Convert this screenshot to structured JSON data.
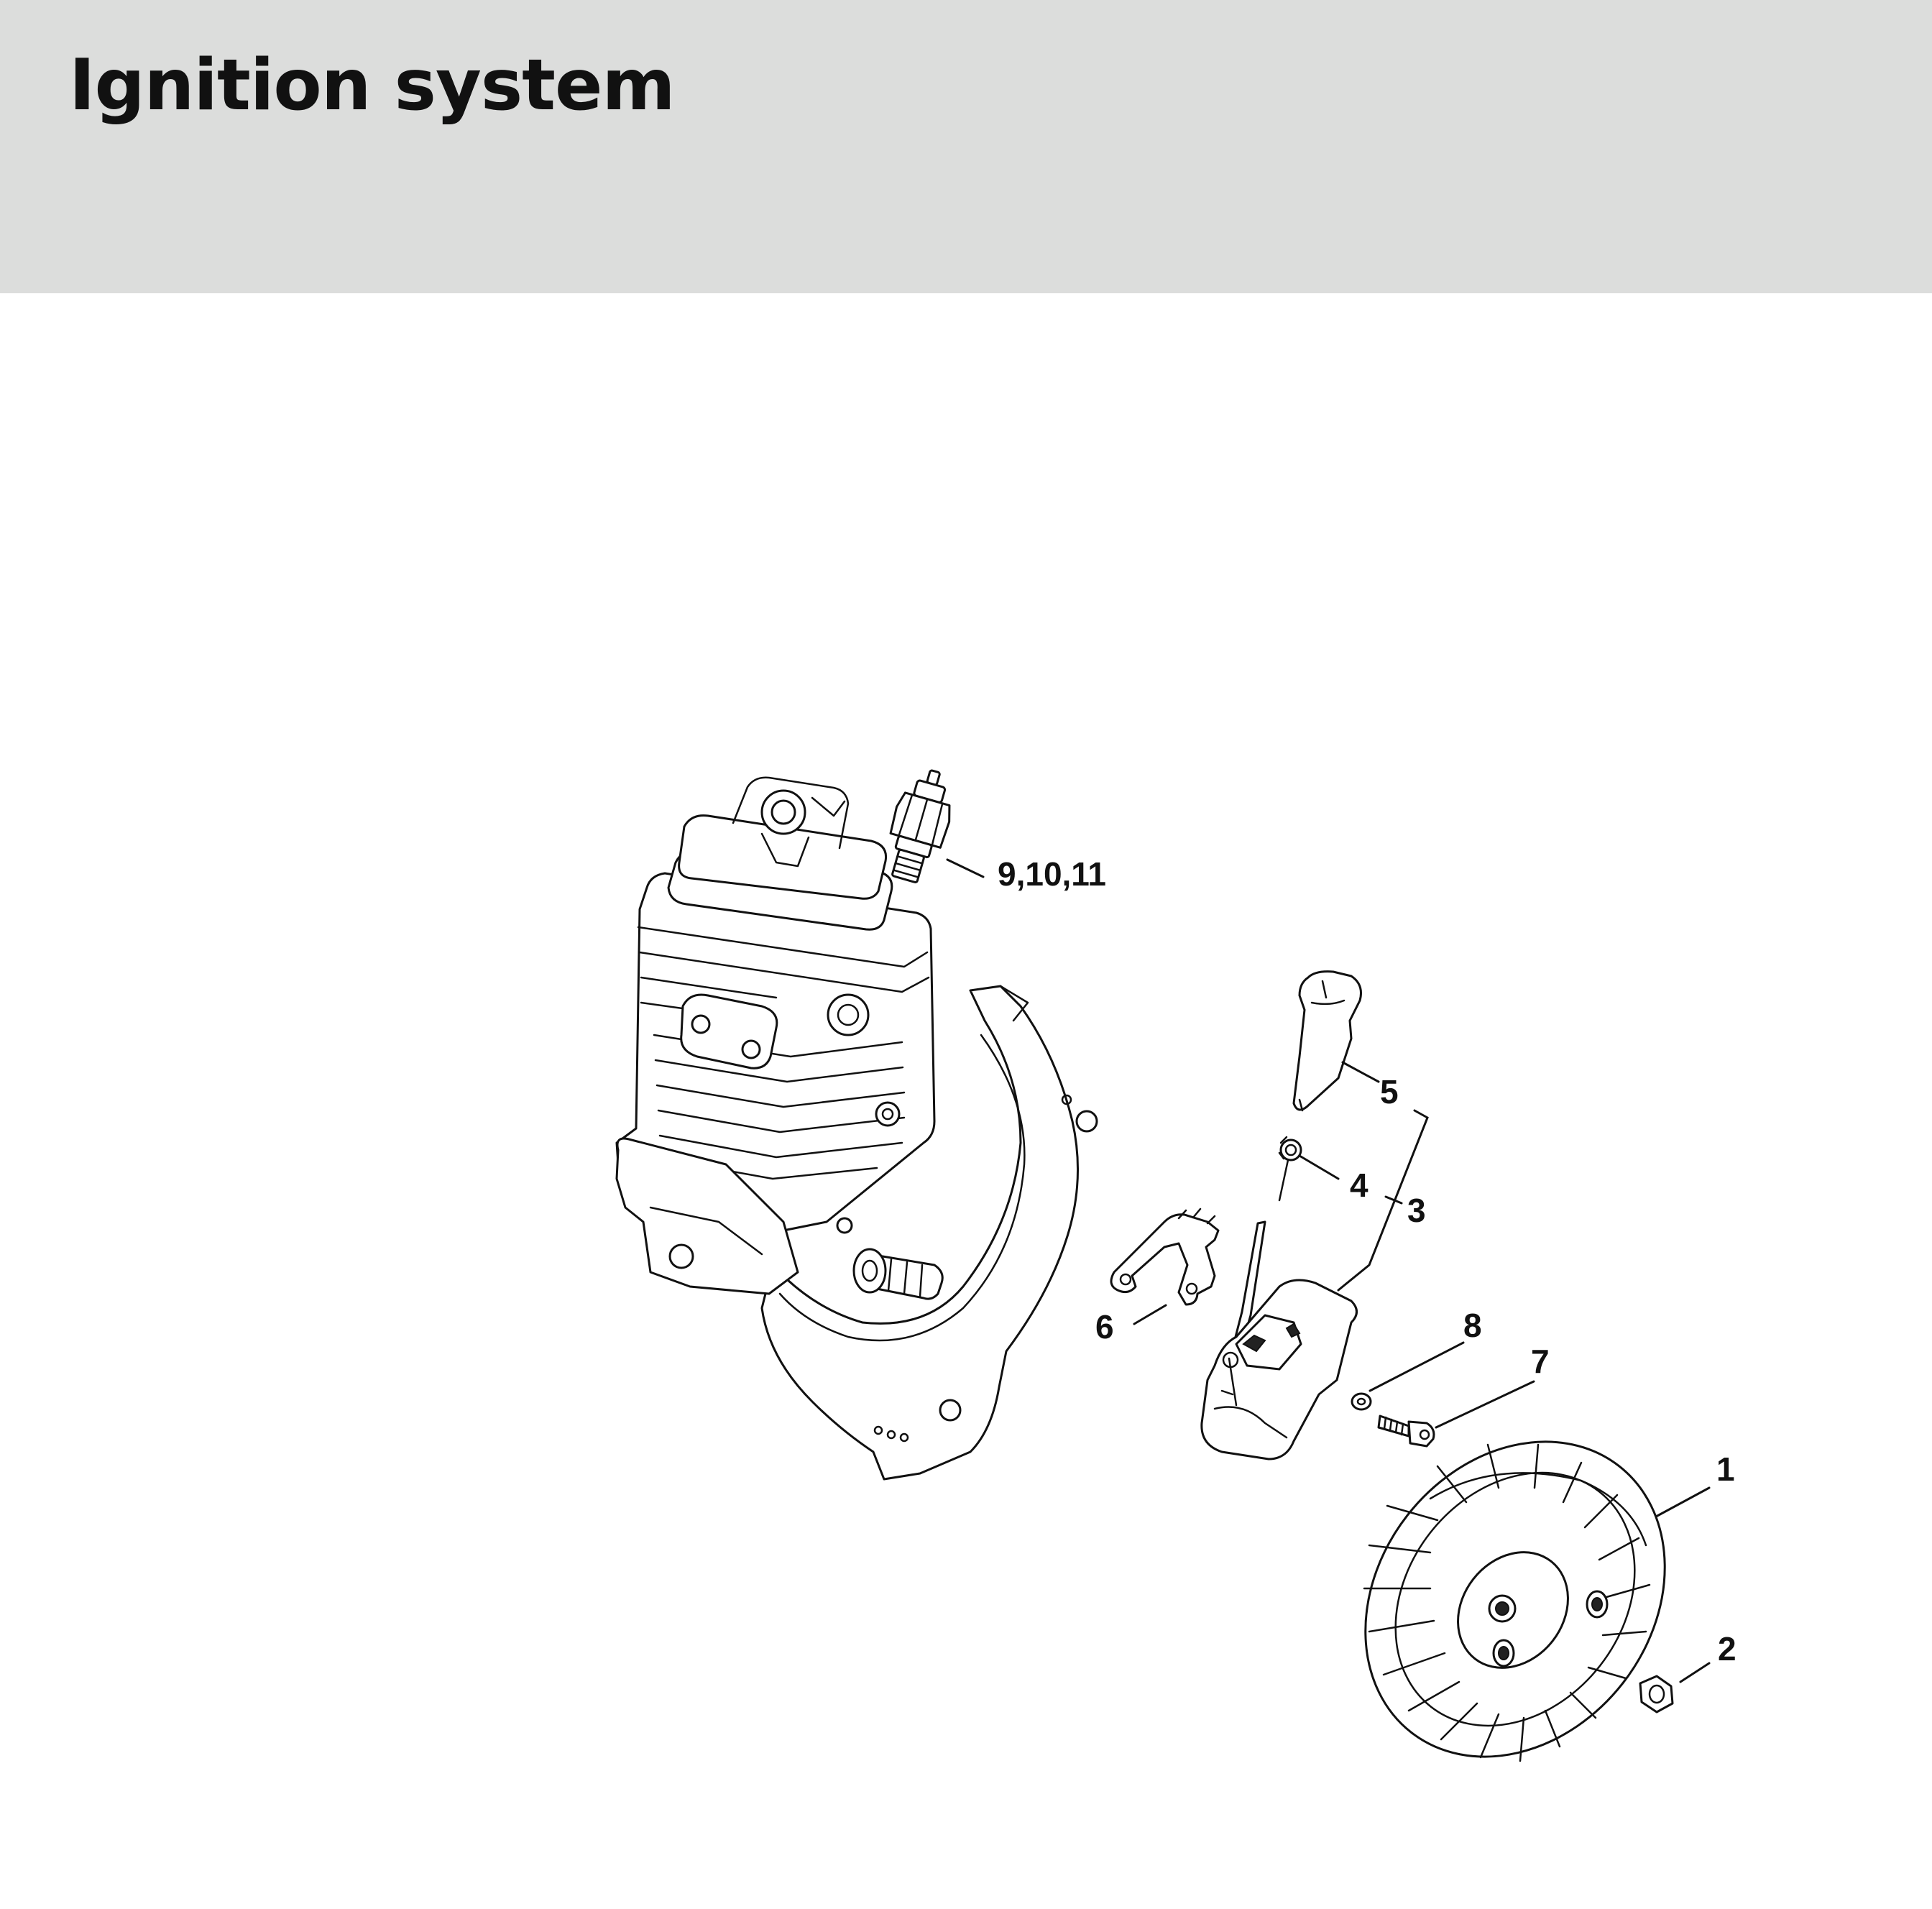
{
  "header": {
    "title": "Ignition system",
    "background": "#dcdddc"
  },
  "callouts": {
    "c1": "1",
    "c2": "2",
    "c3": "3",
    "c4": "4",
    "c5": "5",
    "c6": "6",
    "c7": "7",
    "c8": "8",
    "c9_10_11": "9,10,11"
  }
}
